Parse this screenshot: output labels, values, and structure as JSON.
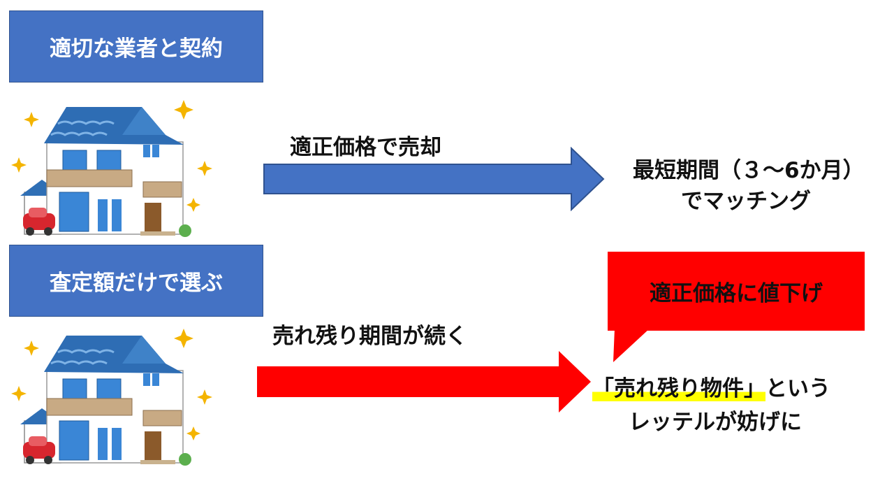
{
  "top": {
    "label": "適切な業者と契約",
    "arrow_text": "適正価格で売却",
    "result_line1": "最短期間（３～6か月）",
    "result_line2": "でマッチング"
  },
  "bottom": {
    "label": "査定額だけで選ぶ",
    "arrow_text": "売れ残り期間が続く",
    "callout": "適正価格に値下げ",
    "result_highlight": "「売れ残り物件」",
    "result_line1_rest": "という",
    "result_line2": "レッテルが妨げに"
  },
  "colors": {
    "label_blue": "#4472C4",
    "arrow_blue": "#4472C4",
    "arrow_red": "#FF0000",
    "callout_red": "#FF0000",
    "highlight": "#FFFF00"
  }
}
